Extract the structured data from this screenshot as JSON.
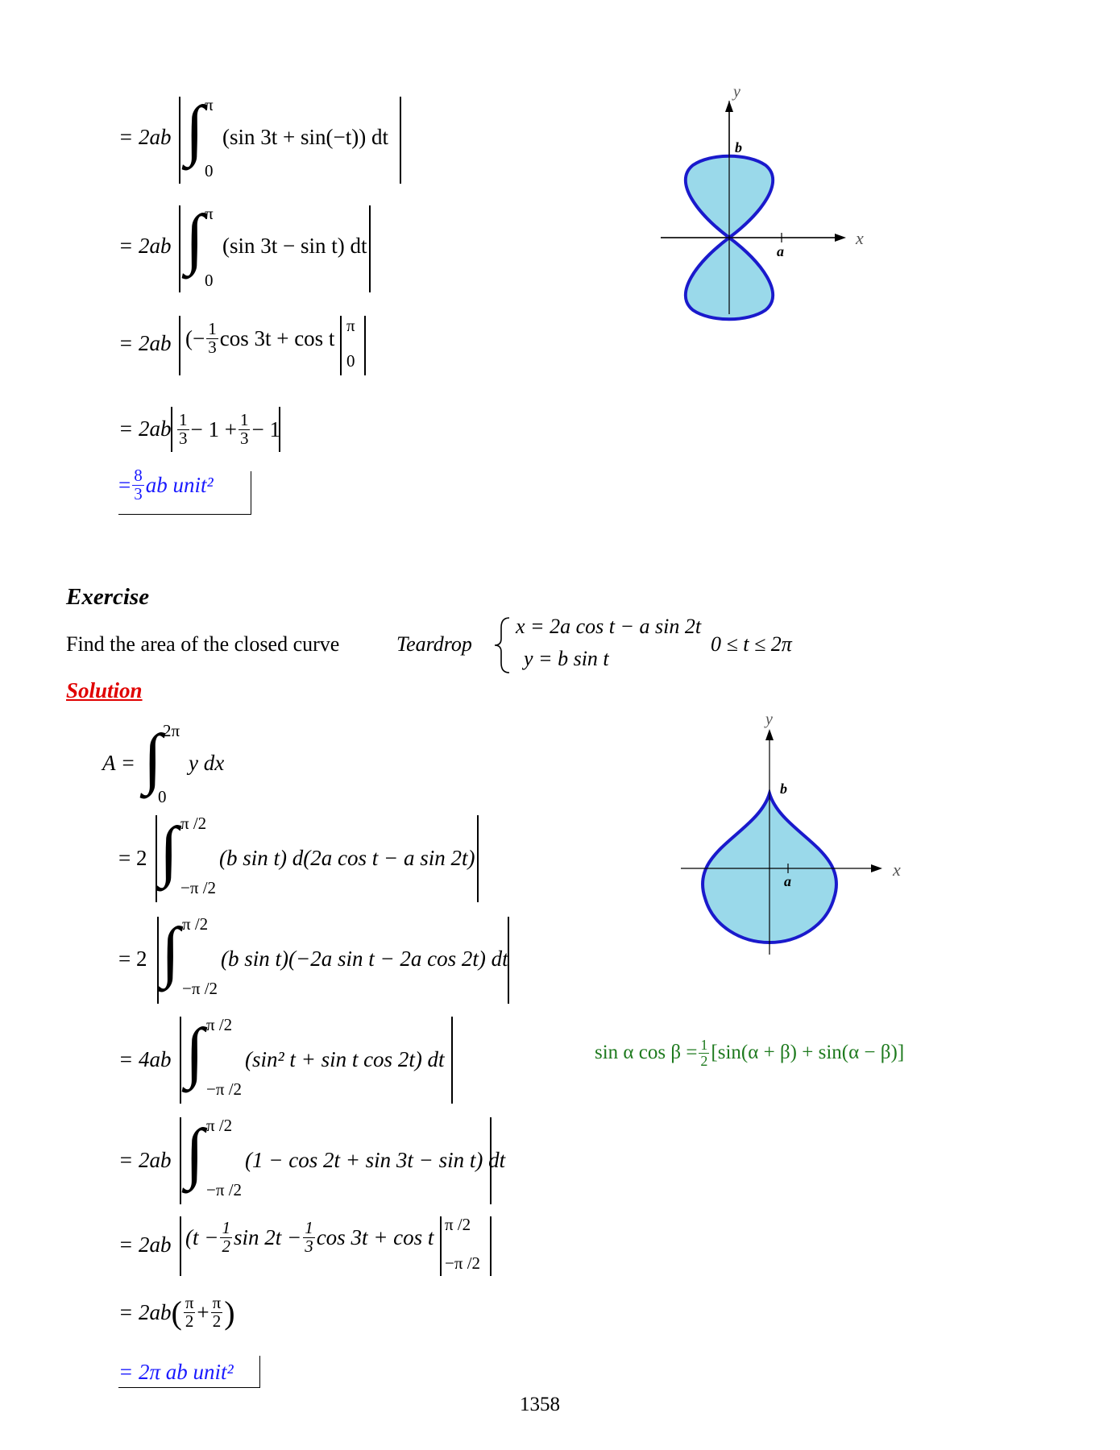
{
  "top_block": {
    "line1": {
      "lhs": "= 2ab",
      "integrand": "(sin 3t + sin(−t))  dt",
      "upper": "π",
      "lower": "0"
    },
    "line2": {
      "lhs": "= 2ab",
      "integrand": "(sin 3t − sin t)  dt",
      "upper": "π",
      "lower": "0"
    },
    "line3": {
      "lhs": "= 2ab",
      "open": "(−",
      "num": "1",
      "den": "3",
      "rest": "cos 3t + cos t",
      "upper": "π",
      "lower": "0"
    },
    "line4": {
      "lhs": "= 2ab",
      "a_num": "1",
      "a_den": "3",
      "mid": "− 1 +",
      "b_num": "1",
      "b_den": "3",
      "end": "− 1"
    },
    "line5": {
      "eq": "=",
      "num": "8",
      "den": "3",
      "rest": "ab   unit²"
    }
  },
  "figure1": {
    "type": "figure-eight curve",
    "y_label": "y",
    "x_label": "x",
    "b_label": "b",
    "a_label": "a",
    "fill": "#9ad9ea",
    "stroke": "#1a1acc"
  },
  "exercise": {
    "heading": "Exercise",
    "prompt": "Find the area of the closed curve",
    "curve_name": "Teardrop",
    "x_eq": "x = 2a cos t − a sin 2t",
    "y_eq": "y = b sin t",
    "range": "0 ≤ t ≤ 2π"
  },
  "solution": {
    "label": "Solution",
    "s1": {
      "lhs": "A =",
      "upper": "2π",
      "lower": "0",
      "integrand": "y dx"
    },
    "s2": {
      "lhs": "= 2",
      "upper": "π /2",
      "lower": "−π /2",
      "integrand": "(b sin t)  d(2a cos t − a sin 2t)"
    },
    "s3": {
      "lhs": "= 2",
      "upper": "π /2",
      "lower": "−π /2",
      "integrand": "(b sin t)(−2a sin t − 2a cos 2t)  dt"
    },
    "s4": {
      "lhs": "= 4ab",
      "upper": "π /2",
      "lower": "−π /2",
      "integrand": "(sin² t + sin t cos 2t)  dt"
    },
    "s5": {
      "lhs": "= 2ab",
      "upper": "π /2",
      "lower": "−π /2",
      "integrand": "(1 − cos 2t + sin 3t − sin t)  dt"
    },
    "s6": {
      "lhs": "= 2ab",
      "open": "(t −",
      "n1": "1",
      "d1": "2",
      "mid": "sin 2t −",
      "n2": "1",
      "d2": "3",
      "rest": "cos 3t + cos t",
      "upper": "π /2",
      "lower": "−π /2"
    },
    "s7": {
      "lhs": "= 2ab",
      "n1": "π",
      "d1": "2",
      "plus": "+",
      "n2": "π",
      "d2": "2"
    },
    "s8": {
      "text": "= 2π ab   unit²"
    }
  },
  "identity": {
    "lhs": "sin α cos β =",
    "num": "1",
    "den": "2",
    "rhs": "[sin(α + β) + sin(α − β)]"
  },
  "figure2": {
    "type": "teardrop curve",
    "y_label": "y",
    "x_label": "x",
    "b_label": "b",
    "a_label": "a",
    "fill": "#9ad9ea",
    "stroke": "#1a1acc"
  },
  "page_number": "1358"
}
